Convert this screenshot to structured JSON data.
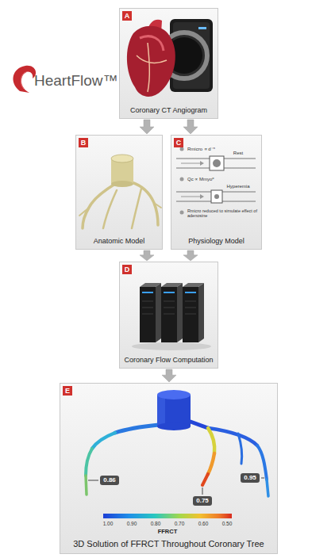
{
  "diagram": {
    "nodes": [
      {
        "text": [
          "A",
          "Coronary CT Angiogram"
        ]
      },
      {
        "text": [
          "B",
          "Anatomic Model"
        ]
      },
      {
        "text": [
          "C",
          "Physiology Model"
        ]
      },
      {
        "text": [
          "D",
          "Coronary Flow Computation"
        ]
      },
      {
        "text": [
          "E",
          "3D Solution of FFRCT Throughout Coronary Tree"
        ]
      }
    ],
    "edges": [
      {
        "from": 0,
        "to": 1,
        "arrow": "to"
      },
      {
        "from": 0,
        "to": 2,
        "arrow": "to"
      },
      {
        "from": 1,
        "to": 3,
        "arrow": "to"
      },
      {
        "from": 2,
        "to": 3,
        "arrow": "to"
      },
      {
        "from": 3,
        "to": 4,
        "arrow": "to"
      }
    ],
    "labels": [
      "HeartFlow™",
      "Rmicro ∝ d⁻ⁿ",
      "Rest",
      "Qc ∝ Mmyoᵅ",
      "Hyperemia",
      "Rmicro reduced to simulate effect of adenosine",
      "0.86",
      "0.75",
      "0.95",
      "1.00",
      "0.90",
      "0.80",
      "0.70",
      "0.60",
      "0.50",
      "FFRCT"
    ]
  }
}
